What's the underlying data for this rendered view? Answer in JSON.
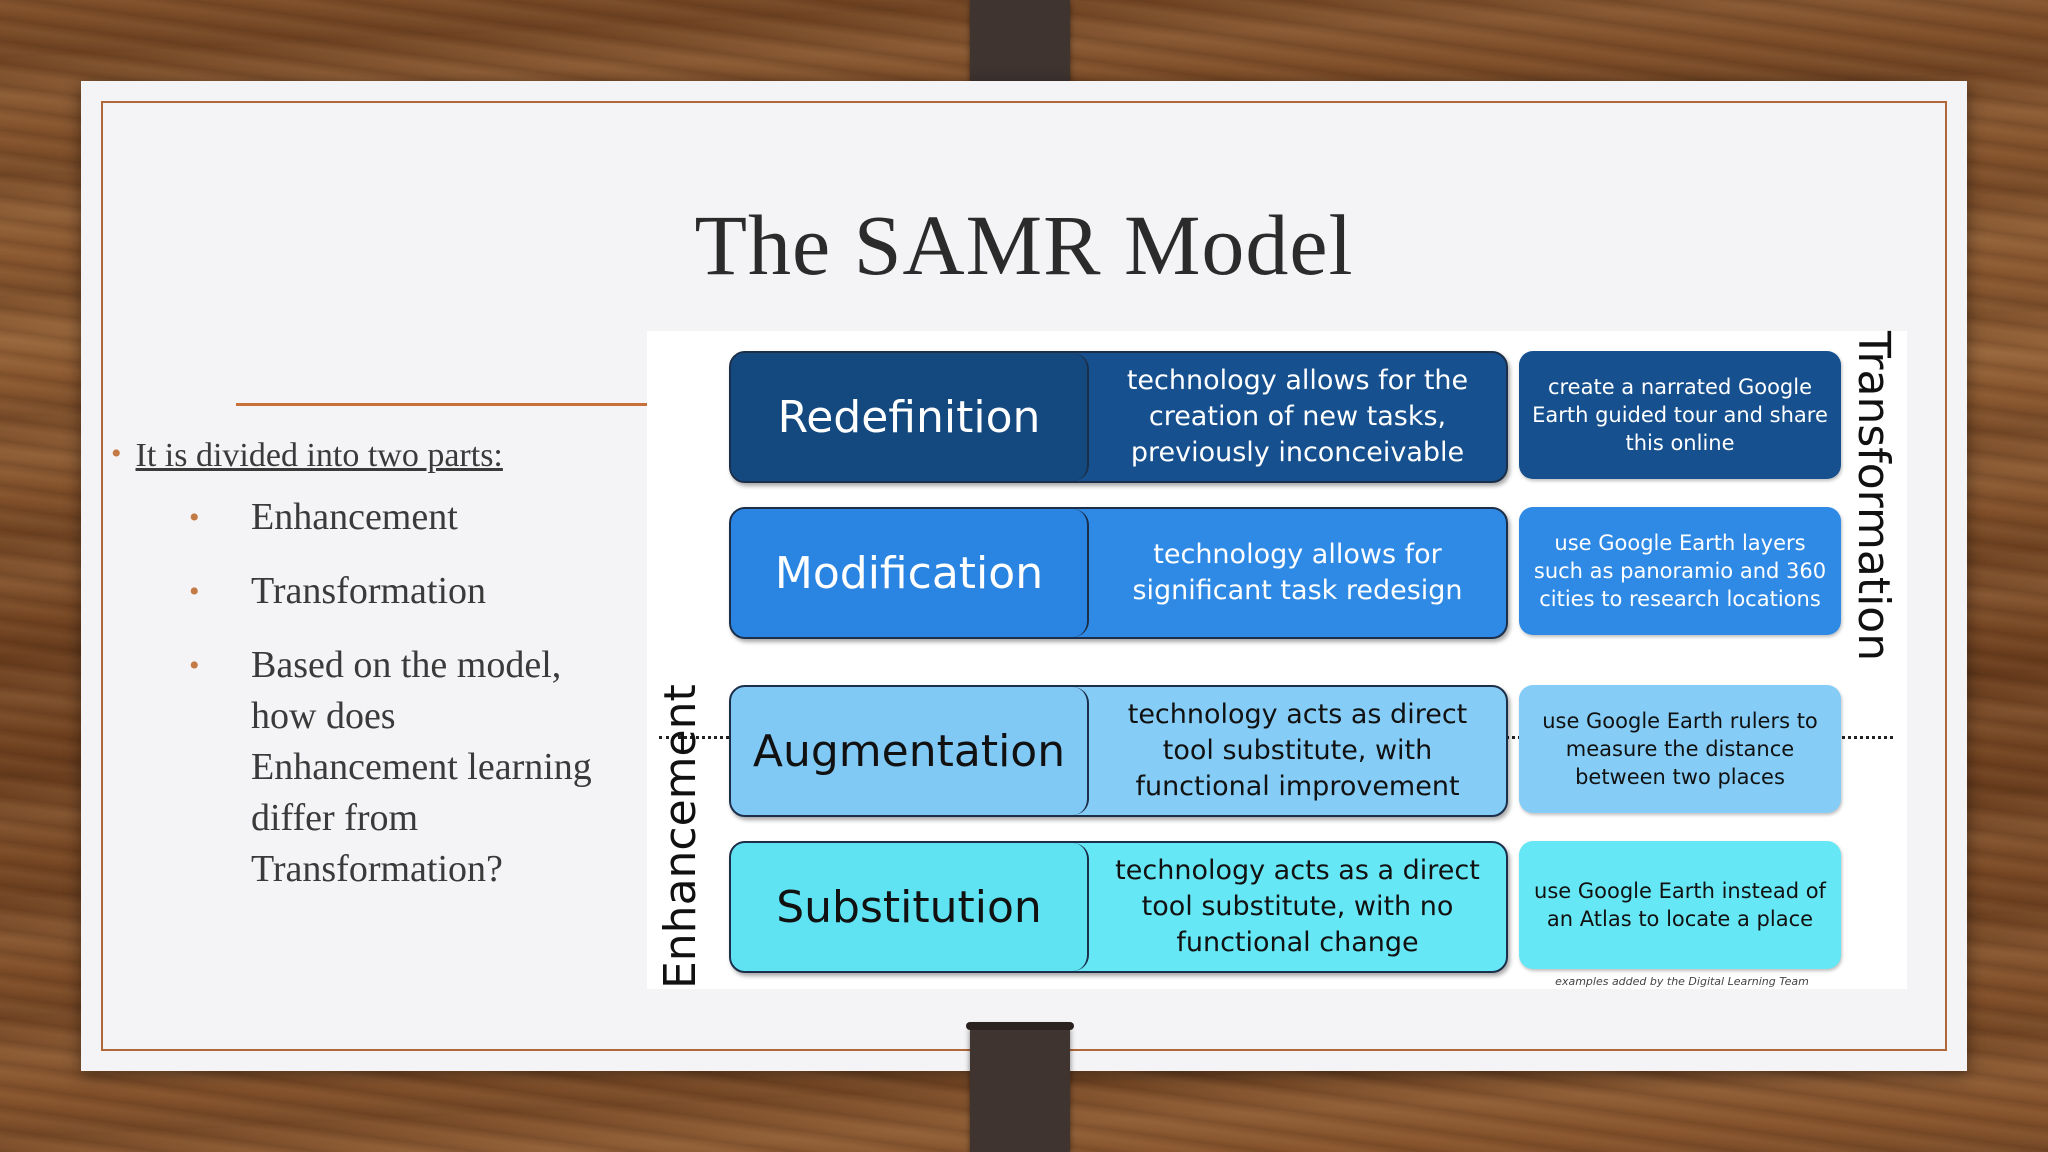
{
  "slide": {
    "title": "The SAMR Model",
    "bullet_main": "It is divided into two parts:",
    "sub_bullets": [
      "Enhancement",
      "Transformation",
      "Based on the model, how does Enhancement learning differ from Transformation?"
    ]
  },
  "diagram": {
    "levels": [
      {
        "name": "Redefinition",
        "description": "technology allows for the creation of new tasks, previously inconceivable",
        "example": "create a narrated Google Earth guided tour and share this online"
      },
      {
        "name": "Modification",
        "description": "technology allows for significant task redesign",
        "example": "use Google Earth layers such as panoramio and 360 cities to research locations"
      },
      {
        "name": "Augmentation",
        "description": "technology acts as direct tool substitute, with functional improvement",
        "example": "use Google Earth rulers to measure the distance between two places"
      },
      {
        "name": "Substitution",
        "description": "technology acts as a direct tool substitute, with no functional change",
        "example": "use Google Earth instead of an Atlas to locate a place"
      }
    ],
    "label_top": "Transformation",
    "label_bottom": "Enhancement",
    "credit": "examples added by the Digital Learning Team"
  },
  "colors": {
    "accent": "#c7703a",
    "redefinition": "#16508e",
    "modification": "#2f8ae6",
    "augmentation": "#85cdf7",
    "substitution": "#66e7f5"
  }
}
